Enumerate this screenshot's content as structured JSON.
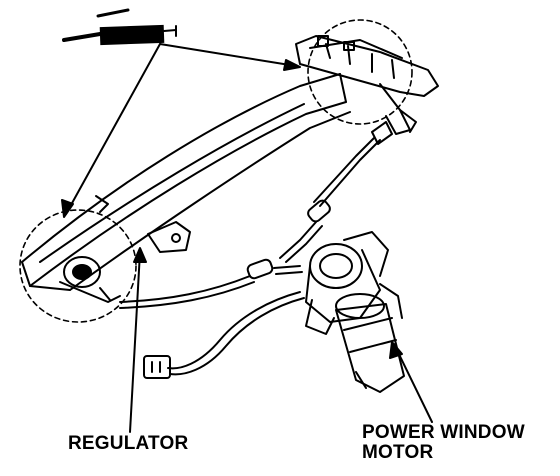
{
  "labels": {
    "grease": "GREASE",
    "regulator": "REGULATOR",
    "motor_line1": "POWER WINDOW",
    "motor_line2": "MOTOR"
  },
  "colors": {
    "ink": "#000000",
    "paper": "#ffffff"
  }
}
